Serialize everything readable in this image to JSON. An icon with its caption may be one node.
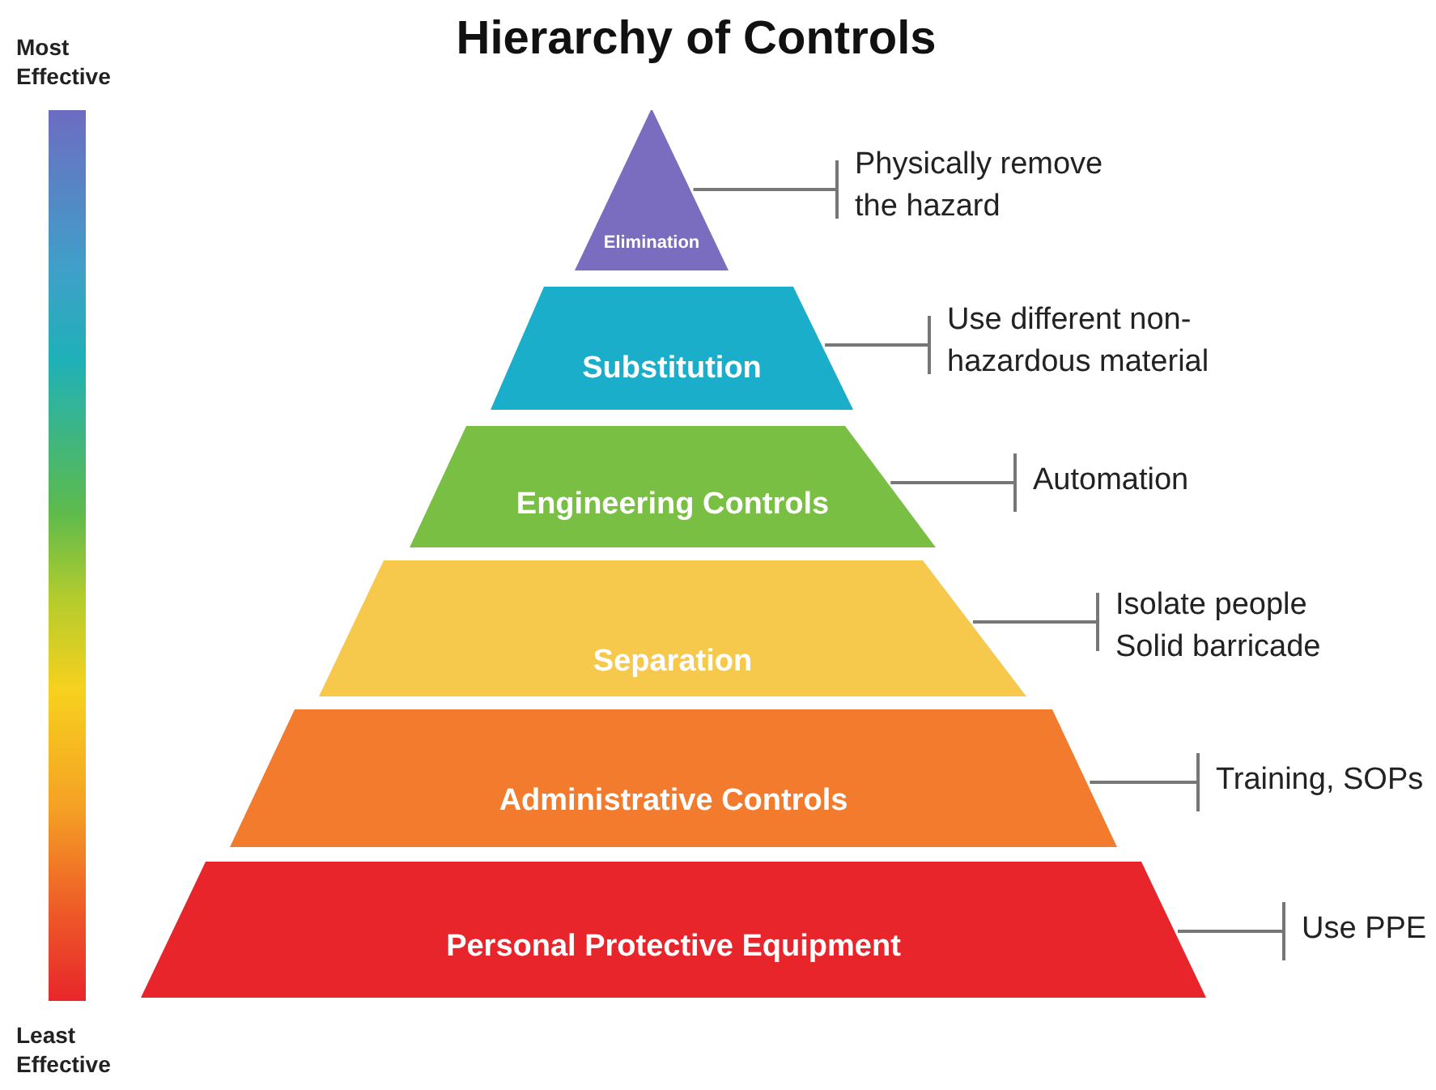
{
  "diagram": {
    "title": "Hierarchy of Controls",
    "nodes": [
      {
        "text": [
          "Elimination"
        ]
      },
      {
        "text": [
          "Substitution"
        ]
      },
      {
        "text": [
          "Engineering Controls"
        ]
      },
      {
        "text": [
          "Separation"
        ]
      },
      {
        "text": [
          "Administrative Controls"
        ]
      },
      {
        "text": [
          "Personal Protective Equipment"
        ]
      },
      {
        "text": [
          "Physically remove the hazard"
        ]
      },
      {
        "text": [
          "Use different non-hazardous material"
        ]
      },
      {
        "text": [
          "Automation"
        ]
      },
      {
        "text": [
          "Isolate people Solid barricade"
        ]
      },
      {
        "text": [
          "Training, SOPs"
        ]
      },
      {
        "text": [
          "Use PPE"
        ]
      },
      {
        "text": [],
        "shape": "bar"
      }
    ],
    "edges": [
      {
        "from": 0,
        "to": 6,
        "arrow": "other"
      },
      {
        "from": 1,
        "to": 7,
        "arrow": "other"
      },
      {
        "from": 2,
        "to": 8,
        "arrow": "other"
      },
      {
        "from": 3,
        "to": 9,
        "arrow": "other"
      },
      {
        "from": 4,
        "to": 10,
        "arrow": "other"
      },
      {
        "from": 5,
        "to": 11,
        "arrow": "other"
      }
    ],
    "labels": [
      "Most Effective",
      "Least Effective"
    ]
  }
}
